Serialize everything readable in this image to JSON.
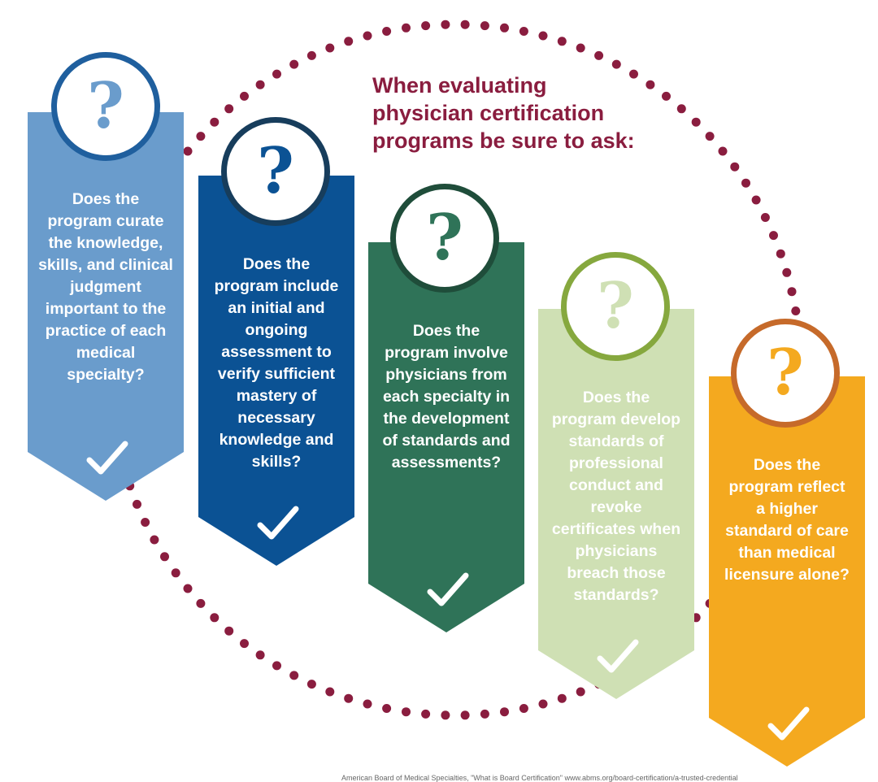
{
  "heading": {
    "lines": [
      "When evaluating",
      "physician certification",
      "programs be sure to ask:"
    ],
    "color": "#8a1d3f"
  },
  "cards": [
    {
      "icon": "question-mark-icon",
      "mark": "?",
      "lines": [
        "Does the",
        "program curate",
        "the knowledge,",
        "skills, and clinical",
        "judgment",
        "important to the",
        "practice of each",
        "medical",
        "specialty?"
      ],
      "fill": "#6a9ccc",
      "ring": "#1f5f9e",
      "mark_color": "#6a9ccc"
    },
    {
      "icon": "question-mark-icon",
      "mark": "?",
      "lines": [
        "Does the",
        "program include",
        "an initial and",
        "ongoing",
        "assessment to",
        "verify sufficient",
        "mastery of",
        "necessary",
        "knowledge and",
        "skills?"
      ],
      "fill": "#0b5294",
      "ring": "#173d5c",
      "mark_color": "#0b5294"
    },
    {
      "icon": "question-mark-icon",
      "mark": "?",
      "lines": [
        "Does the",
        "program involve",
        "physicians from",
        "each specialty in",
        "the development",
        "of standards and",
        "assessments?"
      ],
      "fill": "#2f7358",
      "ring": "#1f4d3a",
      "mark_color": "#2f7358"
    },
    {
      "icon": "question-mark-icon",
      "mark": "?",
      "lines": [
        "Does the",
        "program develop",
        "standards of",
        "professional",
        "conduct and",
        "revoke",
        "certificates when",
        "physicians",
        "breach those",
        "standards?"
      ],
      "fill": "#cfe0b4",
      "ring": "#86a83e",
      "mark_color": "#cfe0b4"
    },
    {
      "icon": "question-mark-icon",
      "mark": "?",
      "lines": [
        "Does the",
        "program reflect",
        "a higher",
        "standard of care",
        "than medical",
        "licensure alone?"
      ],
      "fill": "#f4a91f",
      "ring": "#c66a2a",
      "mark_color": "#f4a91f"
    }
  ],
  "dots_color": "#8a1d3f",
  "footnote": "American Board of Medical Specialties, \"What is Board Certification\" www.abms.org/board-certification/a-trusted-credential"
}
